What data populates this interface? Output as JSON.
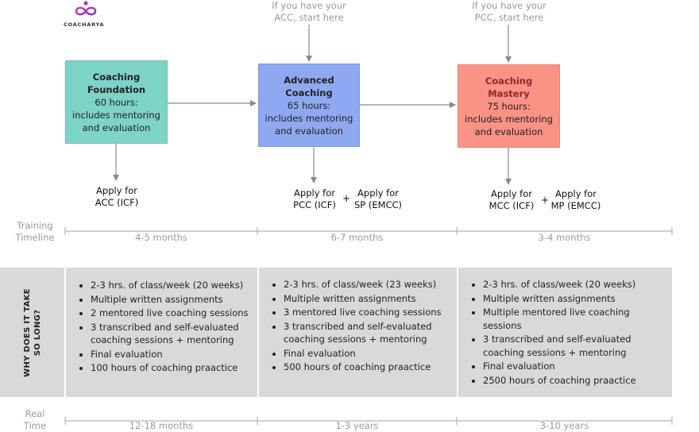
{
  "brand": {
    "name": "COACHARYA",
    "colors": [
      "#e0389a",
      "#7a3bd0"
    ]
  },
  "notes": [
    {
      "id": "acc-note",
      "lines": [
        "If you have your",
        "ACC, start here"
      ]
    },
    {
      "id": "pcc-note",
      "lines": [
        "If you have your",
        "PCC, start here"
      ]
    }
  ],
  "stages": [
    {
      "title_lines": [
        "Coaching",
        "Foundation"
      ],
      "hours": "60 hours:",
      "incl_lines": [
        "includes mentoring",
        "and evaluation"
      ],
      "color": "#7dd3c6"
    },
    {
      "title_lines": [
        "Advanced",
        "Coaching"
      ],
      "hours": "65 hours:",
      "incl_lines": [
        "includes mentoring",
        "and evaluation"
      ],
      "color": "#8ea9f0"
    },
    {
      "title_lines": [
        "Coaching",
        "Mastery"
      ],
      "hours": "75 hours:",
      "incl_lines": [
        "includes mentoring",
        "and evaluation"
      ],
      "color": "#fa9286"
    }
  ],
  "apply": [
    {
      "groups": [
        {
          "line1": "Apply for",
          "line2": "ACC (ICF)"
        }
      ]
    },
    {
      "groups": [
        {
          "line1": "Apply for",
          "line2": "PCC (ICF)"
        },
        {
          "line1": "Apply for",
          "line2": "SP (EMCC)"
        }
      ],
      "plus": "+"
    },
    {
      "groups": [
        {
          "line1": "Apply for",
          "line2": "MCC (ICF)"
        },
        {
          "line1": "Apply for",
          "line2": "MP (EMCC)"
        }
      ],
      "plus": "+"
    }
  ],
  "training_timeline": {
    "label_lines": [
      "Training",
      "Timeline"
    ],
    "durations": [
      "4-5 months",
      "6-7 months",
      "3-4 months"
    ]
  },
  "why": {
    "lines": [
      "WHY DOES IT TAKE",
      "SO LONG?"
    ]
  },
  "requirements": [
    [
      "2-3 hrs. of class/week (20 weeks)",
      "Multiple written assignments",
      "2 mentored live coaching sessions",
      "3 transcribed and self-evaluated coaching sessions + mentoring",
      "Final evaluation",
      "100 hours of coaching praactice"
    ],
    [
      "2-3 hrs. of class/week (23 weeks)",
      "Multiple written assignments",
      "3 mentored live coaching sessions",
      "3 transcribed and self-evaluated coaching sessions + mentoring",
      "Final evaluation",
      "500 hours of coaching praactice"
    ],
    [
      "2-3 hrs. of class/week (20 weeks)",
      "Multiple written assignments",
      "Multiple mentored live coaching sessions",
      "3 transcribed and self-evaluated coaching sessions + mentoring",
      "Final evaluation",
      "2500 hours of coaching praactice"
    ]
  ],
  "real_time": {
    "label_lines": [
      "Real",
      "Time"
    ],
    "durations": [
      "12-18 months",
      "1-3 years",
      "3-10 years"
    ]
  }
}
